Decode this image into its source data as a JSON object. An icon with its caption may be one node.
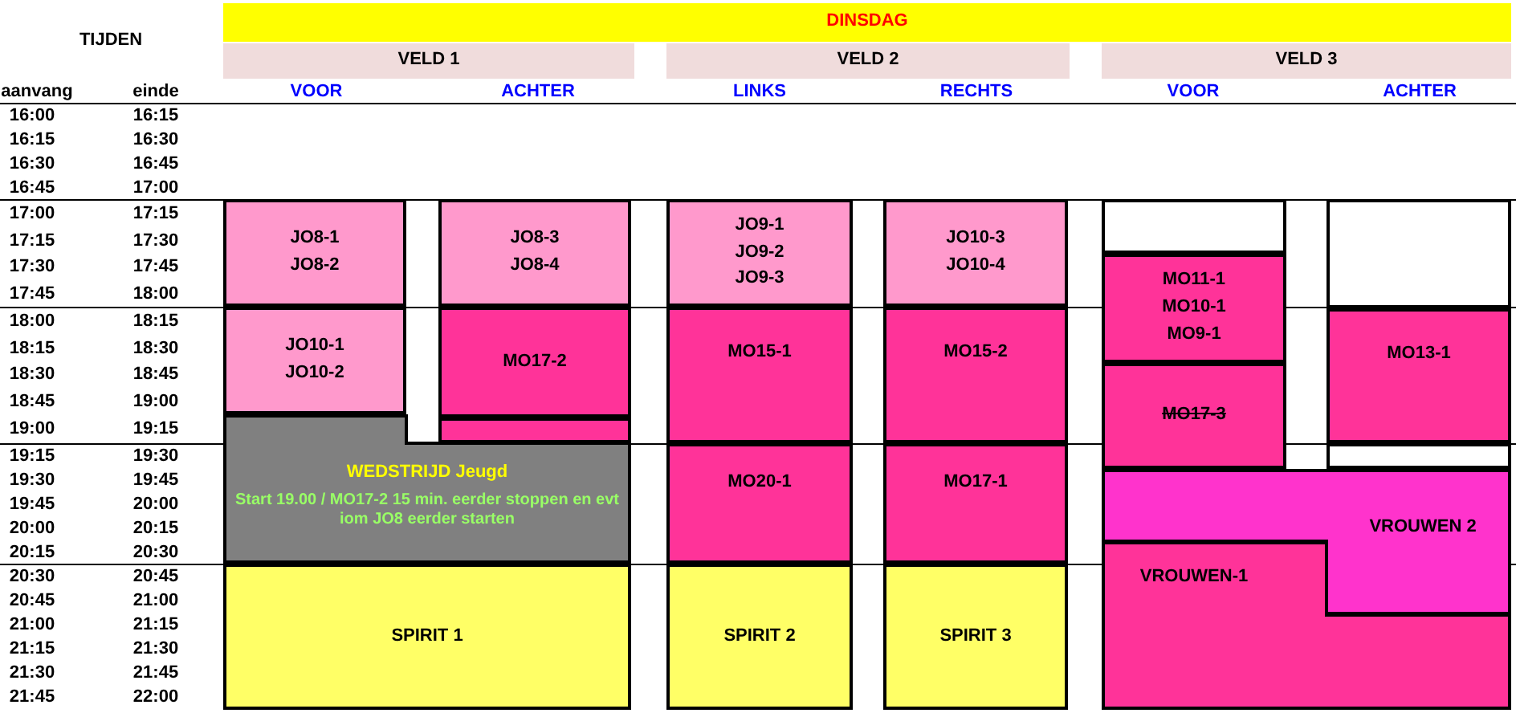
{
  "diagram": {
    "nodes": [
      {
        "text": [
          "DINSDAG"
        ]
      },
      {
        "text": [
          "VELD 1"
        ]
      },
      {
        "text": [
          "VELD 2"
        ]
      },
      {
        "text": [
          "VELD 3"
        ]
      },
      {
        "text": [
          "JO8-1",
          "JO8-2"
        ]
      },
      {
        "text": [
          "JO8-3",
          "JO8-4"
        ]
      },
      {
        "text": [
          "JO9-1",
          "JO9-2",
          "JO9-3"
        ]
      },
      {
        "text": [
          "JO10-3",
          "JO10-4"
        ]
      },
      {
        "text": [],
        "shape": "box"
      },
      {
        "text": [],
        "shape": "box"
      },
      {
        "text": [
          "MO11-1",
          "MO10-1",
          "MO9-1"
        ]
      },
      {
        "text": [
          "JO10-1",
          "JO10-2"
        ]
      },
      {
        "text": [
          "MO17-2"
        ]
      },
      {
        "text": [
          "MO15-1"
        ]
      },
      {
        "text": [
          "MO15-2"
        ]
      },
      {
        "text": [
          "MO13-1"
        ]
      },
      {
        "text": [
          "MO17-3"
        ]
      },
      {
        "text": [],
        "shape": "box"
      },
      {
        "text": [
          "WEDSTRIJD Jeugd",
          "Start 19.00 / MO17-2 15 min. eerder stoppen en evt iom JO8 eerder starten"
        ]
      },
      {
        "text": [
          "MO20-1"
        ]
      },
      {
        "text": [
          "MO17-1"
        ]
      },
      {
        "text": [],
        "shape": "box"
      },
      {
        "text": [
          "VROUWEN 2"
        ]
      },
      {
        "text": [
          "VROUWEN-1"
        ]
      },
      {
        "text": [
          "SPIRIT 1"
        ]
      },
      {
        "text": [
          "SPIRIT 2"
        ]
      },
      {
        "text": [
          "SPIRIT 3"
        ]
      }
    ],
    "labels": [
      "TIJDEN",
      "aanvang",
      "einde",
      "VOOR",
      "ACHTER",
      "LINKS",
      "RECHTS",
      "VOOR",
      "ACHTER",
      "16:00",
      "16:15",
      "16:15",
      "16:30",
      "16:30",
      "16:45",
      "16:45",
      "17:00",
      "17:00",
      "17:15",
      "17:15",
      "17:30",
      "17:30",
      "17:45",
      "17:45",
      "18:00",
      "18:00",
      "18:15",
      "18:15",
      "18:30",
      "18:30",
      "18:45",
      "18:45",
      "19:00",
      "19:00",
      "19:15",
      "19:15",
      "19:30",
      "19:30",
      "19:45",
      "19:45",
      "20:00",
      "20:00",
      "20:15",
      "20:15",
      "20:30",
      "20:30",
      "20:45",
      "20:45",
      "21:00",
      "21:00",
      "21:15",
      "21:15",
      "21:30",
      "21:30",
      "21:45",
      "21:45",
      "22:00"
    ]
  }
}
